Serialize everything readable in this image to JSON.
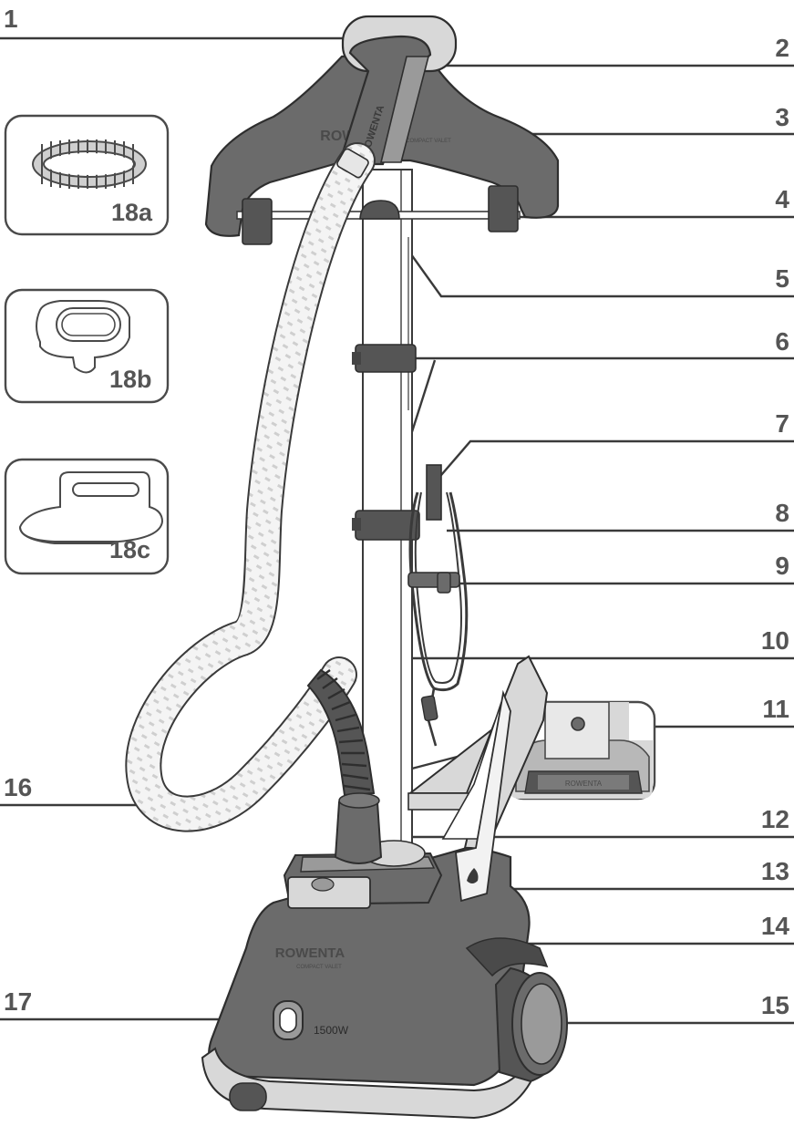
{
  "callouts": {
    "c1": "1",
    "c2": "2",
    "c3": "3",
    "c4": "4",
    "c5": "5",
    "c6": "6",
    "c7": "7",
    "c8": "8",
    "c9": "9",
    "c10": "10",
    "c11": "11",
    "c12": "12",
    "c13": "13",
    "c14": "14",
    "c15": "15",
    "c16": "16",
    "c17": "17"
  },
  "accessories": {
    "a": "18a",
    "b": "18b",
    "c": "18c"
  },
  "product": {
    "brand": "ROWENTA",
    "model": "COMPACT VALET",
    "power": "1500W"
  },
  "colors": {
    "body_gray": "#6b6b6b",
    "dark_gray": "#555555",
    "light_gray": "#d4d4d4",
    "hose_pattern": "#dcdcdc",
    "line": "#3a3a3a"
  }
}
